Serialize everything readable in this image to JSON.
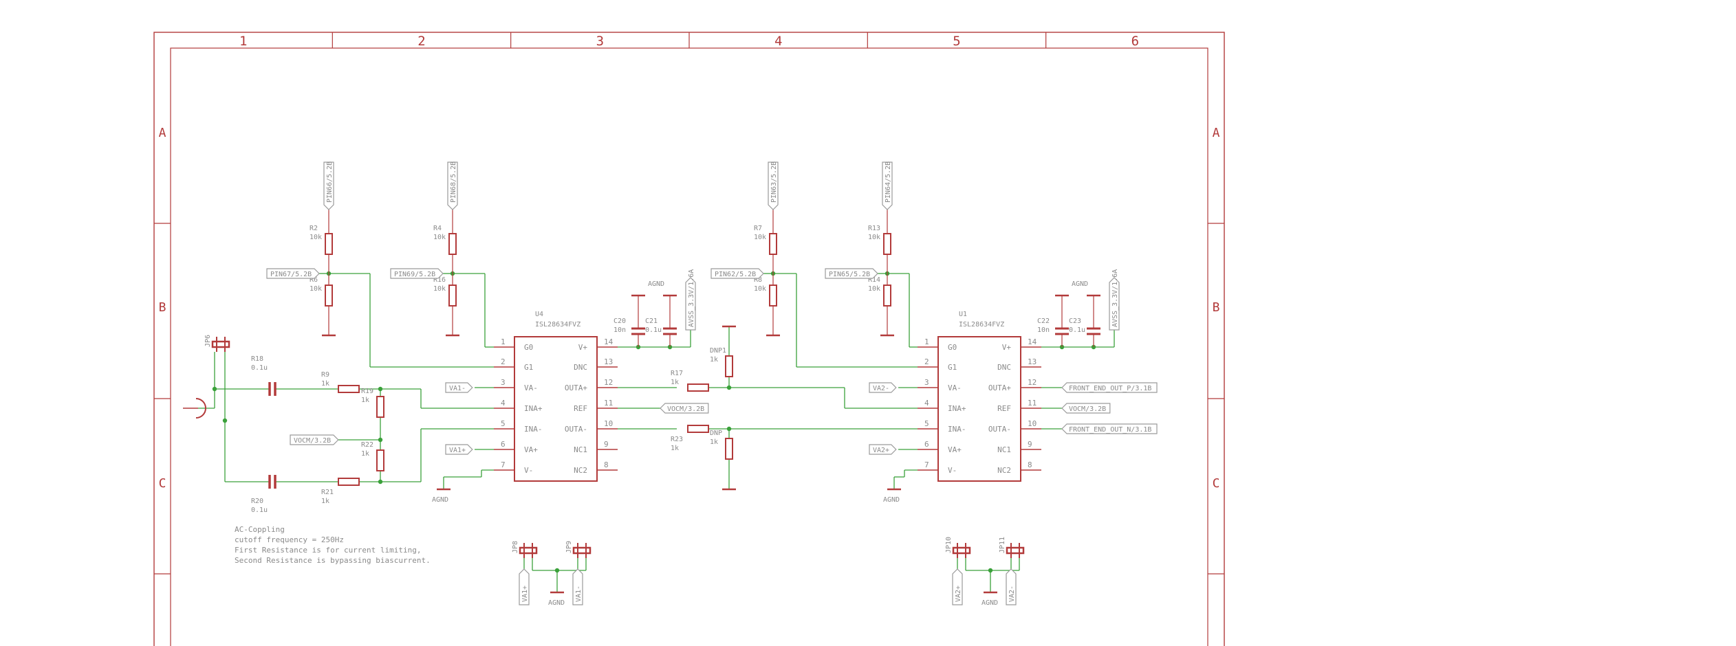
{
  "frame": {
    "columns": [
      "1",
      "2",
      "3",
      "4",
      "5",
      "6"
    ],
    "rows": [
      "A",
      "B",
      "C"
    ]
  },
  "colors": {
    "frame": "#b23a3a",
    "component": "#b23a3a",
    "wire": "#3aa13a",
    "label_text": "#8a8a8a",
    "tag_border": "#9a9a9a"
  },
  "ics": [
    {
      "ref": "U4",
      "part": "ISL28634FVZ",
      "left_pins": [
        {
          "num": "1",
          "name": "G0"
        },
        {
          "num": "2",
          "name": "G1"
        },
        {
          "num": "3",
          "name": "VA-"
        },
        {
          "num": "4",
          "name": "INA+"
        },
        {
          "num": "5",
          "name": "INA-"
        },
        {
          "num": "6",
          "name": "VA+"
        },
        {
          "num": "7",
          "name": "V-"
        }
      ],
      "right_pins": [
        {
          "num": "14",
          "name": "V+"
        },
        {
          "num": "13",
          "name": "DNC"
        },
        {
          "num": "12",
          "name": "OUTA+"
        },
        {
          "num": "11",
          "name": "REF"
        },
        {
          "num": "10",
          "name": "OUTA-"
        },
        {
          "num": "9",
          "name": "NC1"
        },
        {
          "num": "8",
          "name": "NC2"
        }
      ]
    },
    {
      "ref": "U1",
      "part": "ISL28634FVZ",
      "left_pins": [
        {
          "num": "1",
          "name": "G0"
        },
        {
          "num": "2",
          "name": "G1"
        },
        {
          "num": "3",
          "name": "VA-"
        },
        {
          "num": "4",
          "name": "INA+"
        },
        {
          "num": "5",
          "name": "INA-"
        },
        {
          "num": "6",
          "name": "VA+"
        },
        {
          "num": "7",
          "name": "V-"
        }
      ],
      "right_pins": [
        {
          "num": "14",
          "name": "V+"
        },
        {
          "num": "13",
          "name": "DNC"
        },
        {
          "num": "12",
          "name": "OUTA+"
        },
        {
          "num": "11",
          "name": "REF"
        },
        {
          "num": "10",
          "name": "OUTA-"
        },
        {
          "num": "9",
          "name": "NC1"
        },
        {
          "num": "8",
          "name": "NC2"
        }
      ]
    }
  ],
  "resistors": {
    "R2": {
      "name": "R2",
      "value": "10k"
    },
    "R6": {
      "name": "R6",
      "value": "10k"
    },
    "R4": {
      "name": "R4",
      "value": "10k"
    },
    "R16": {
      "name": "R16",
      "value": "10k"
    },
    "R7": {
      "name": "R7",
      "value": "10k"
    },
    "R8": {
      "name": "R8",
      "value": "10k"
    },
    "R13": {
      "name": "R13",
      "value": "10k"
    },
    "R14": {
      "name": "R14",
      "value": "10k"
    },
    "R9": {
      "name": "R9",
      "value": "1k"
    },
    "R19": {
      "name": "R19",
      "value": "1k"
    },
    "R22": {
      "name": "R22",
      "value": "1k"
    },
    "R21": {
      "name": "R21",
      "value": "1k"
    },
    "R17": {
      "name": "R17",
      "value": "1k"
    },
    "R23": {
      "name": "R23",
      "value": "1k"
    },
    "DNP1": {
      "name": "DNP1",
      "value": "1k"
    },
    "DNP2": {
      "name": "DNP",
      "value": "1k"
    }
  },
  "capacitors": {
    "R18": {
      "name": "R18",
      "value": "0.1u"
    },
    "R20": {
      "name": "R20",
      "value": "0.1u"
    },
    "C20": {
      "name": "C20",
      "value": "10n"
    },
    "C21": {
      "name": "C21",
      "value": "0.1u"
    },
    "C22": {
      "name": "C22",
      "value": "10n"
    },
    "C23": {
      "name": "C23",
      "value": "0.1u"
    }
  },
  "jumpers": [
    "JP6",
    "JP8",
    "JP9",
    "JP10",
    "JP11"
  ],
  "net_tags": {
    "pin66": "PIN66/5.2B",
    "pin68": "PIN68/5.2B",
    "pin63": "PIN63/5.2B",
    "pin64": "PIN64/5.2B",
    "pin67": "PIN67/5.2B",
    "pin69": "PIN69/5.2B",
    "pin62": "PIN62/5.2B",
    "pin65": "PIN65/5.2B",
    "va1m": "VA1-",
    "va1p": "VA1+",
    "va2m": "VA2-",
    "va2p": "VA2+",
    "vocm_left": "VOCM/3.2B",
    "vocm_mid": "VOCM/3.2B",
    "vocm_right": "VOCM/3.2B",
    "avss1": "AVSS_3.3V/1.6A",
    "avss2": "AVSS_3.3V/1.6A",
    "front_p": "FRONT_END_OUT_P/3.1B",
    "front_n": "FRONT_END_OUT_N/3.1B",
    "jp_va1p": "VA1+",
    "jp_va1m": "VA1-",
    "jp_va2p": "VA2+",
    "jp_va2m": "VA2-"
  },
  "grounds": {
    "agnd": "AGND"
  },
  "notes": [
    "AC-Coppling",
    "cutoff frequency = 250Hz",
    "First Resistance is for current limiting,",
    "Second Resistance is bypassing biascurrent."
  ]
}
